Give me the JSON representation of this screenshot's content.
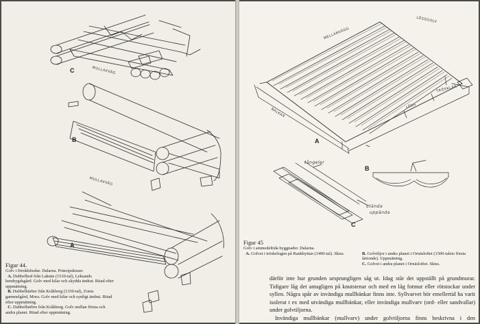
{
  "left_page": {
    "labels": {
      "c": "C",
      "b": "B",
      "a": "A"
    },
    "annotations": {
      "mullavvag_b": "MULLAVVÄG",
      "mullavvag_a": "MULLAVVÄG"
    },
    "caption": {
      "title": "Figur 44.",
      "subtitle": "Golv i förrådsbodar. Dalarna. Principskisser.",
      "items": [
        {
          "letter": "A.",
          "text": "Dubbelbod från Laknäs (1510-tal), Leksands hembygdsgård. Golv med kilar och skydda ändrat. Ritad efter uppmätning."
        },
        {
          "letter": "B.",
          "text": "Dubbelhärbre från Kråkberg (1330-tal), Zorns gammelgård, Mora. Golv med kilar och synligt ändrat. Ritad efter uppmätning."
        },
        {
          "letter": "C.",
          "text": "Dubbelhärbre från Kråkberg. Golv mellan första och andra planet. Ritad efter uppmätning."
        }
      ]
    }
  },
  "right_page": {
    "labels": {
      "a": "A",
      "b": "B",
      "c": "C"
    },
    "annotations": {
      "loss_golv": "LÖSSGOLV",
      "mellanvagg": "MELLANVÄGG",
      "trosklar": "TRÖSKLAR",
      "balkar": "BALKAR",
      "loss": "LÖSS",
      "tangeler": "tångeler",
      "utanda": "utända",
      "uppanda": "uppända"
    },
    "caption": {
      "title": "Figur 45",
      "subtitle": "Golv i ammedeltida byggnader. Dalarna.",
      "col1": [
        {
          "letter": "A.",
          "text": "Golvet i tröskelogen på Rankbyttan (1490-tal). Skiss."
        }
      ],
      "col2": [
        {
          "letter": "B.",
          "text": "Golvtiljor i andra planet i Ornäsloftet (1500-talets första årtionde). Uppmätning."
        },
        {
          "letter": "C.",
          "text": "Golvet i andra planet i Ornäsloftet. Skiss."
        }
      ]
    },
    "body_paragraphs": [
      "därför inte hur grunden ursprungligen såg ut. Idag står det uppställt på grundmurar. Tidigare låg det antagligen på knutstenar och med en låg fotmur eller rötstockar under syllen. Några spår av invändiga mullbänkar finns inte. Syllvarvet bör emellertid ha varit isolerat t ex med utvändiga mullbänkar, eller invändiga mullvarv (ord- eller sandvallar) under golvtiljorna.",
      "Invändiga mullbänkar (mullvarv) under golvtiljorna finns beskrivna i den vetenskapliga litteraturen från 1700-talet. Christopher Polhem diskuterar t ex"
    ]
  }
}
